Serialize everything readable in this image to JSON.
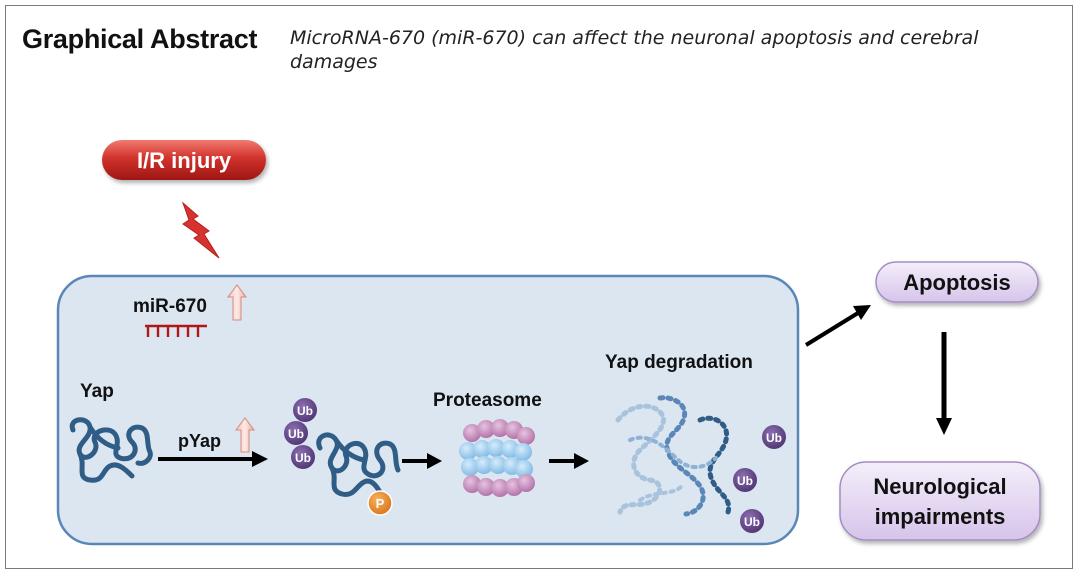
{
  "header": {
    "title": "Graphical Abstract",
    "subtitle": "MicroRNA-670 (miR-670) can affect the neuronal apoptosis and cerebral damages"
  },
  "diagram": {
    "trigger_label": "I/R injury",
    "mirna_label": "miR-670",
    "yap_label": "Yap",
    "pyap_label": "pYap",
    "ubiquitin_label": "Ub",
    "phosphate_label": "P",
    "proteasome_label": "Proteasome",
    "degradation_label": "Yap degradation",
    "apoptosis_label": "Apoptosis",
    "outcome_line1": "Neurological",
    "outcome_line2": "impairments"
  },
  "colors": {
    "cell_fill": "#dbe6f1",
    "cell_border": "#5a86b8",
    "protein": "#2f5d86",
    "ubiquitin": "#6a4c8e",
    "phosphate": "#e98b2a",
    "trigger_red": "#c62b28",
    "pill_purple": "#e6dcf2"
  }
}
